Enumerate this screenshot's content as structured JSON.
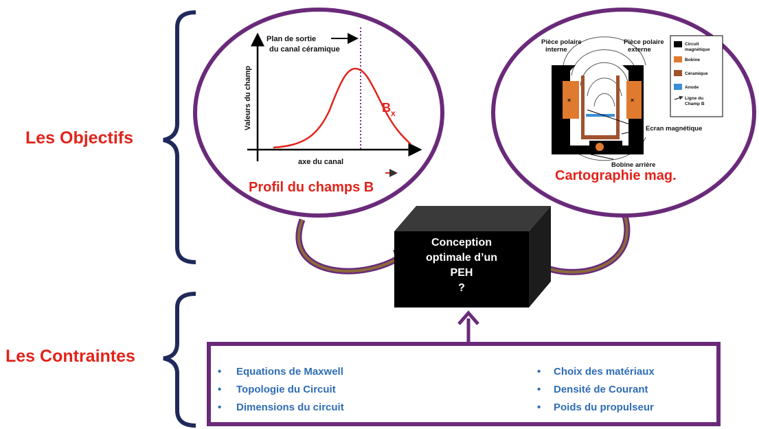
{
  "left_labels": {
    "objectifs": "Les Objectifs",
    "contraintes": "Les Contraintes"
  },
  "profile_panel": {
    "y_axis_label": "Valeurs du champ",
    "x_axis_label": "axe du canal",
    "exit_plane_line1": "Plan de sortie",
    "exit_plane_line2": "du canal céramique",
    "curve_label": "B",
    "curve_subscript": "x",
    "caption": "Profil du champs B"
  },
  "map_panel": {
    "pole_internal_line1": "Pièce polaire",
    "pole_internal_line2": "interne",
    "pole_external_line1": "Pièce polaire",
    "pole_external_line2": "externe",
    "screen_label": "Ecran magnétique",
    "rear_coil_label": "Bobine arrière",
    "legend": [
      {
        "label": "Circuit magnétique",
        "color": "#000000"
      },
      {
        "label": "Bobine",
        "color": "#e07a2e"
      },
      {
        "label": "Céramique",
        "color": "#a0522d"
      },
      {
        "label": "Anode",
        "color": "#3a8fd6"
      },
      {
        "label": "Ligne du Champ B",
        "color": "none"
      }
    ],
    "caption": "Cartographie mag."
  },
  "center_box": {
    "line1": "Conception",
    "line2": "optimale d’un",
    "line3": "PEH",
    "line4": "?"
  },
  "constraints": {
    "left": [
      "Equations de Maxwell",
      "Topologie du Circuit",
      "Dimensions du  circuit"
    ],
    "right": [
      "Choix des matériaux",
      "Densité de Courant",
      "Poids du propulseur"
    ]
  },
  "colors": {
    "red": "#e2231a",
    "purple": "#6a2a7a",
    "brown_arrow": "#7a5a3a",
    "navy_brace": "#1f2a5a",
    "blue_text": "#2f6db5"
  }
}
